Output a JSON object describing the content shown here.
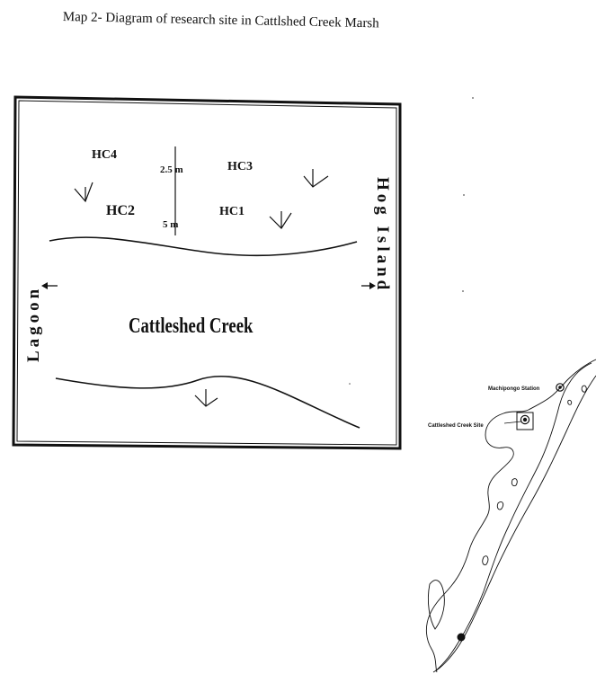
{
  "title": "Map 2- Diagram of research site in Cattlshed Creek Marsh",
  "diagram": {
    "plots": [
      {
        "id": "hc4",
        "label": "HC4"
      },
      {
        "id": "hc3",
        "label": "HC3"
      },
      {
        "id": "hc2",
        "label": "HC2"
      },
      {
        "id": "hc1",
        "label": "HC1"
      }
    ],
    "scale_labels": [
      "2.5 m",
      "5 m"
    ],
    "creek_label": "Cattleshed Creek",
    "left_label": "Lagoon",
    "right_label": "Hog Island",
    "marsh_symbol_icon": "marsh-grass-icon",
    "direction_arrow_icon": "arrow-icon"
  },
  "inset_map": {
    "labels": [
      {
        "id": "station",
        "text": "Machipongo Station"
      },
      {
        "id": "site",
        "text": "Cattleshed Creek Site"
      }
    ]
  }
}
